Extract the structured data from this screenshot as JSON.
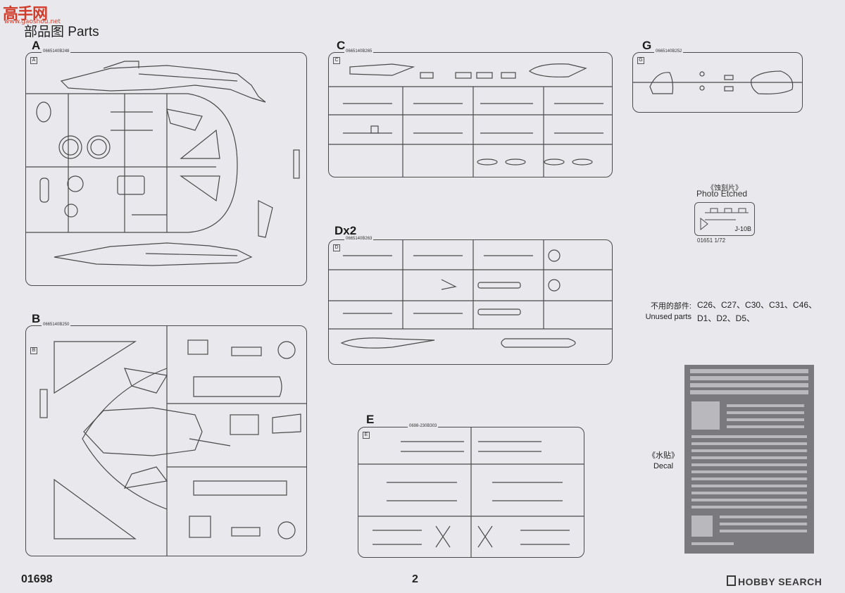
{
  "watermark": {
    "brand": "高手网",
    "url": "www.gaoshou.net"
  },
  "title": "部品图 Parts",
  "sprues": {
    "A": {
      "letter": "A",
      "code": "0665140B248",
      "tag": "A"
    },
    "B": {
      "letter": "B",
      "code": "0665140B250",
      "tag": "B"
    },
    "C": {
      "letter": "C",
      "code": "0665140B265",
      "tag": "C"
    },
    "D": {
      "letter": "Dx2",
      "code": "0665140B263",
      "tag": "D"
    },
    "E": {
      "letter": "E",
      "code": "0698-230B303",
      "tag": "E"
    },
    "G": {
      "letter": "G",
      "code": "0665140B252",
      "tag": "G"
    }
  },
  "photo_etched": {
    "title_cn": "《蚀刻片》",
    "title_en": "Photo Etched",
    "model": "J-10B",
    "code": "01651 1/72"
  },
  "unused": {
    "label_cn": "不用的部件:",
    "label_en": "Unused parts",
    "line1": "C26、C27、C30、C31、C46、",
    "line2": "D1、D2、D5、"
  },
  "decal": {
    "label_cn": "《水贴》",
    "label_en": "Decal"
  },
  "footer": {
    "product_code": "01698",
    "page_number": "2",
    "brand": "HOBBY SEARCH"
  },
  "colors": {
    "background": "#e9e9ed",
    "line": "#4a4a4a",
    "watermark": "#d23c2b",
    "decal": "#7a7a7e"
  }
}
